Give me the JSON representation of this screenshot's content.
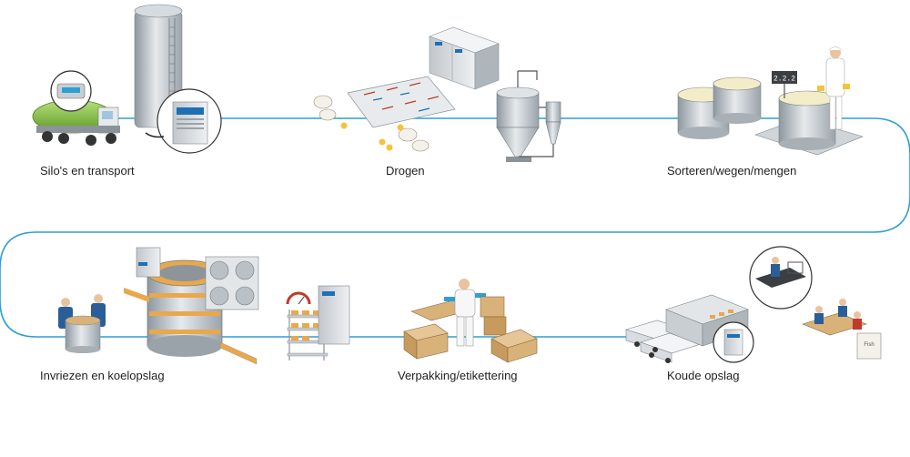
{
  "diagram": {
    "stages": [
      {
        "id": "silos",
        "label": "Silo's en transport"
      },
      {
        "id": "drogen",
        "label": "Drogen"
      },
      {
        "id": "sorteren",
        "label": "Sorteren/wegen/mengen"
      },
      {
        "id": "invriezen",
        "label": "Invriezen en koelopslag"
      },
      {
        "id": "verpakking",
        "label": "Verpakking/etikettering"
      },
      {
        "id": "koude",
        "label": "Koude opslag"
      }
    ],
    "scale_display": "2.2.2",
    "sign_text": "Fish"
  },
  "colors": {
    "flow_line": "#2c9fd6",
    "equipment_grey": "#d4d8dc",
    "steel": "#b9c0c6",
    "brand_blue": "#1e6fb5",
    "tanker_green": "#8cc63f",
    "food_orange": "#e9a84c"
  }
}
